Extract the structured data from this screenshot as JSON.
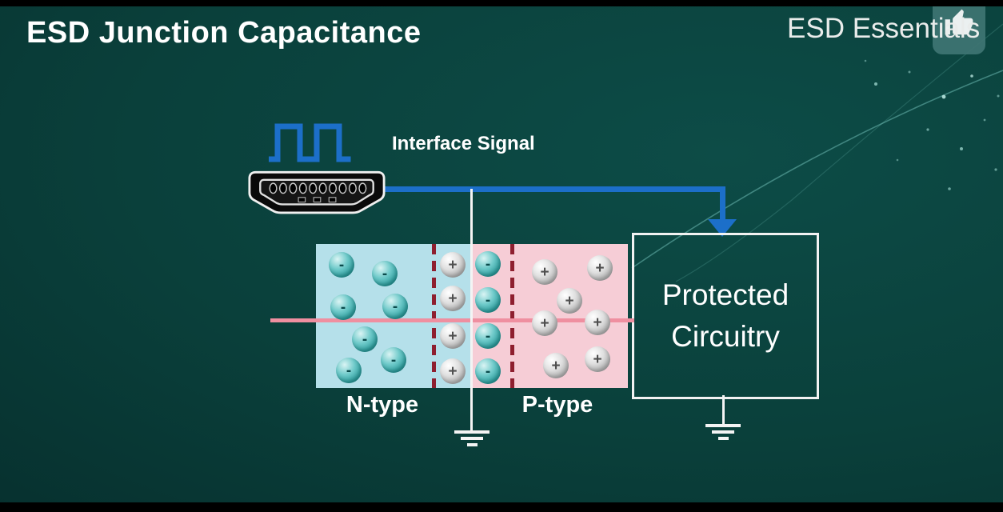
{
  "frame": {
    "title": "ESD Junction Capacitance",
    "brand": "ESD Essentials"
  },
  "signal": {
    "label": "Interface Signal"
  },
  "junction": {
    "n_label": "N-type",
    "p_label": "P-type"
  },
  "protected": {
    "line1": "Protected",
    "line2": "Circuitry"
  },
  "signs": {
    "minus": "-",
    "plus": "+"
  },
  "icons": {
    "like": "thumbs-up-icon",
    "connector": "hdmi-connector-icon",
    "wave": "square-wave-icon",
    "ground": "ground-symbol"
  },
  "colors": {
    "accent_blue": "#1c6fc9",
    "n_region": "#b5e0ea",
    "p_region": "#f6cdd6",
    "depletion_boundary": "#8e1f2f",
    "junction_line_pink": "#ef8fa0",
    "badge_teal": "#3f7573",
    "background_teal": "#0a403b"
  }
}
